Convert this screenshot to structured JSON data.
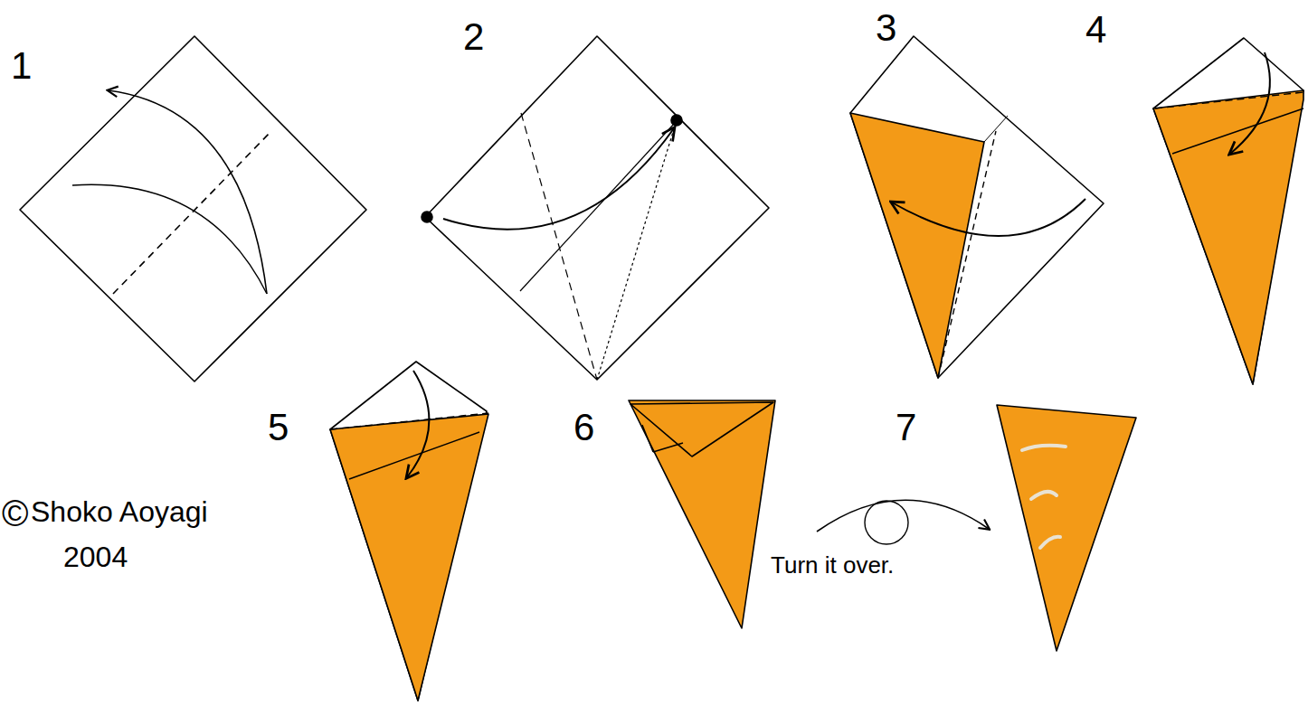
{
  "diagram": {
    "labels": [
      "1",
      "2",
      "3",
      "4",
      "5",
      "6",
      "7",
      "Turn it over.",
      "©",
      "Shoko Aoyagi",
      "2004"
    ]
  }
}
